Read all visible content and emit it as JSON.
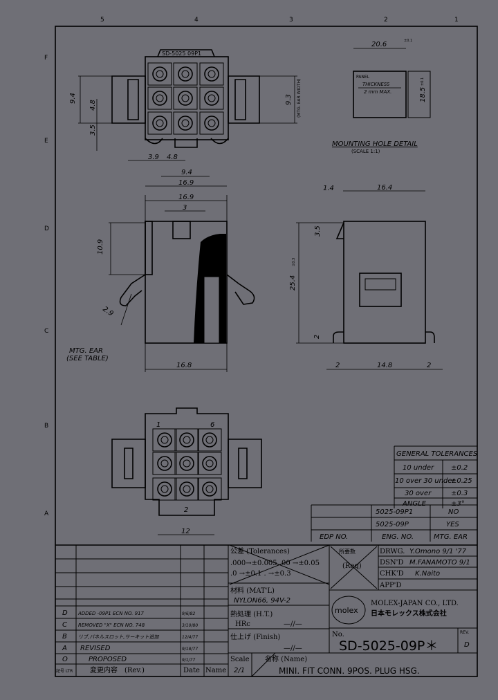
{
  "grid": {
    "columns": [
      "5",
      "4",
      "3",
      "2",
      "1"
    ],
    "rows": [
      "F",
      "E",
      "D",
      "C",
      "B",
      "A"
    ]
  },
  "top_view": {
    "label_plate": "SD-5025 09P1",
    "dims": {
      "d94": "9.4",
      "d48": "4.8",
      "d35": "3.5",
      "d39": "3.9",
      "d48h": "4.8",
      "d94w": "9.4",
      "d169": "16.9",
      "d93": "9.3",
      "ear_width": "(MTG. EAR WIDTH)"
    }
  },
  "mounting_hole": {
    "width": "20.6",
    "width_tol": "±0.1",
    "height": "18.5",
    "height_tol": "±0.1",
    "panel": "PANEL",
    "thickness": "THICKNESS",
    "max": "2 mm MAX.",
    "title": "MOUNTING HOLE DETAIL",
    "scale": "(SCALE 1:1)"
  },
  "front_view": {
    "dims": {
      "top": "16.9",
      "slot": "3",
      "height": "10.9",
      "ear": "2.9",
      "bottom": "16.8"
    },
    "callout": "MTG. EAR",
    "callout2": "(SEE TABLE)"
  },
  "side_view": {
    "dims": {
      "left": "1.4",
      "top": "16.4",
      "d35": "3.5",
      "height": "25.4",
      "height_tol": "±0.3",
      "d2": "2",
      "b2l": "2",
      "bottom": "14.8",
      "b2r": "2"
    }
  },
  "bottom_view": {
    "dims": {
      "width": "12"
    },
    "pin_labels": [
      "1",
      "6",
      "2"
    ]
  },
  "general_tolerances": {
    "title": "GENERAL TOLERANCES",
    "rows": [
      {
        "range": "10 under",
        "tol": "±0.2"
      },
      {
        "range": "10 over 30 under",
        "tol": "±0.25"
      },
      {
        "range": "30 over",
        "tol": "±0.3"
      },
      {
        "range": "ANGLE",
        "tol": "±3°"
      }
    ]
  },
  "part_table": {
    "headers": [
      "EDP NO.",
      "ENG. NO.",
      "MTG. EAR"
    ],
    "rows": [
      {
        "edp": "",
        "eng": "5025-09P1",
        "ear": "NO"
      },
      {
        "edp": "",
        "eng": "5025-09P",
        "ear": "YES"
      }
    ]
  },
  "revisions": {
    "rows": [
      {
        "rev": "D",
        "desc": "ADDED -09P1 ECN NO. 917",
        "date": "9/6/82",
        "name": ""
      },
      {
        "rev": "C",
        "desc": "REMOVED \"X\" ECN NO. 748",
        "date": "3/10/80",
        "name": ""
      },
      {
        "rev": "B",
        "desc": "リブ,パネルスロット,サーキット追加",
        "date": "12/4/77",
        "name": ""
      },
      {
        "rev": "A",
        "desc": "REVISED",
        "date": "9/18/77",
        "name": ""
      },
      {
        "rev": "O",
        "desc": "PROPOSED",
        "date": "9/1/77",
        "name": ""
      }
    ],
    "header": {
      "rev": "記号 LTR",
      "desc": "変更内容　(Rev.)",
      "date": "Date",
      "name": "Name"
    }
  },
  "tolerances_box": {
    "title": "公差 (Tolerances)",
    "line1": ".000→±0.005  .00 →±0.05",
    "line2": ".0 →±0.1  .  →±0.3"
  },
  "material": {
    "label": "材料 (MAT'L)",
    "value": "NYLON66, 94V-2"
  },
  "heat_treatment": {
    "label": "熱処理 (H.T.)",
    "value": "HRc",
    "dash": "—//—"
  },
  "finish": {
    "label": "仕上げ (Finish)",
    "dash": "—//—"
  },
  "scale": {
    "label": "Scale",
    "value": "2/1"
  },
  "name": {
    "label": "名称 (Name)",
    "value": "MINI. FIT CONN. 9POS. PLUG HSG."
  },
  "req": {
    "label": "所要数",
    "sub": "(Req)"
  },
  "signatures": {
    "rows": [
      {
        "label": "DRWG.",
        "sig": "Y.Omono 9/1 '77"
      },
      {
        "label": "DSN'D",
        "sig": "M.FANAMOTO 9/1"
      },
      {
        "label": "CHK'D",
        "sig": "K.Naito"
      },
      {
        "label": "APP'D",
        "sig": ""
      }
    ]
  },
  "company": {
    "logo": "molex",
    "name_en": "MOLEX-JAPAN CO., LTD.",
    "name_jp": "日本モレックス株式会社"
  },
  "drawing_no": {
    "label": "No.",
    "value": "SD-5025-09P＊",
    "rev_label": "REV.",
    "rev": "D"
  },
  "colors": {
    "background": "#6f6f76",
    "ink": "#000000"
  }
}
